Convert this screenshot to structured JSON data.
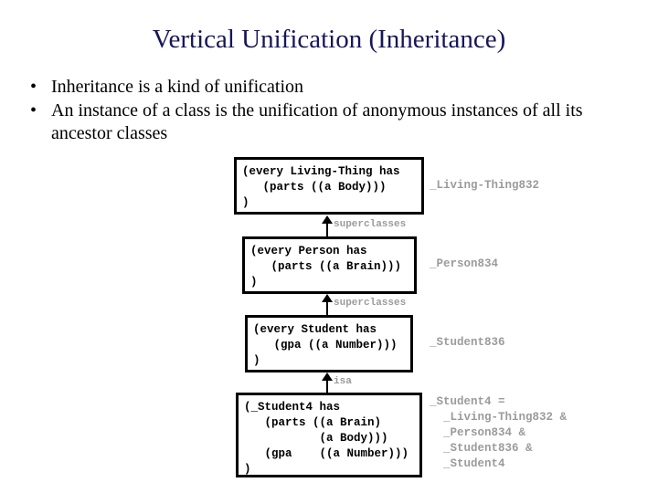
{
  "slide": {
    "title": "Vertical Unification (Inheritance)",
    "bullet_marker": "•",
    "bullets": [
      "Inheritance is a kind of unification",
      "An instance of a class is the unification of anonymous instances of all its ancestor classes"
    ]
  },
  "diagram": {
    "nodes": [
      {
        "id": "living-thing",
        "text": "(every Living-Thing has\n   (parts ((a Body)))\n)",
        "label": "_Living-Thing832"
      },
      {
        "id": "person",
        "text": "(every Person has\n   (parts ((a Brain)))\n)",
        "label": "_Person834"
      },
      {
        "id": "student",
        "text": "(every Student has\n   (gpa ((a Number)))\n)",
        "label": "_Student836"
      },
      {
        "id": "student-instance",
        "text": "(_Student4 has\n   (parts ((a Brain)\n           (a Body)))\n   (gpa    ((a Number)))\n)",
        "label": ""
      }
    ],
    "edges": [
      {
        "id": "person-to-living-thing",
        "label": "superclasses"
      },
      {
        "id": "student-to-person",
        "label": "superclasses"
      },
      {
        "id": "instance-to-student",
        "label": "isa"
      }
    ],
    "unification": "_Student4 =\n  _Living-Thing832 &\n  _Person834 &\n  _Student836 &\n  _Student4"
  },
  "colors": {
    "title": "#16165a",
    "body_text": "#000000",
    "gray_label": "#9b9b9b",
    "box_border": "#000000",
    "background": "#ffffff"
  }
}
